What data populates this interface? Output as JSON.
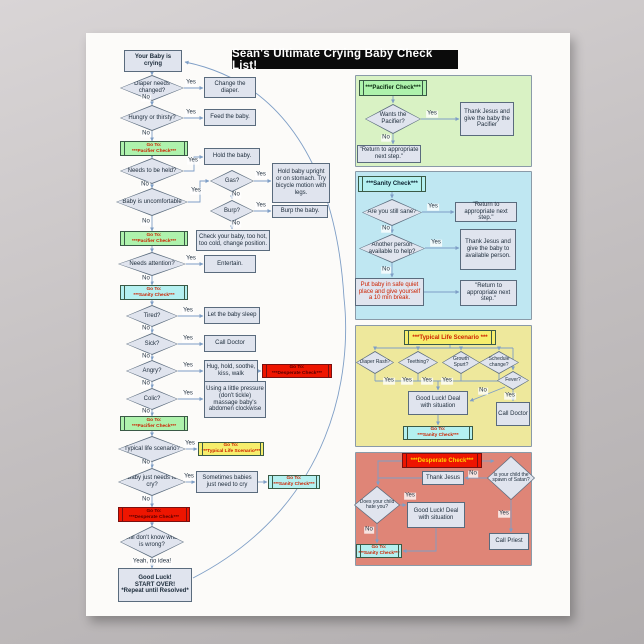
{
  "title": "Sean's Ultimate Crying Baby Check List!",
  "labels": {
    "yes": "Yes",
    "no": "No",
    "go_to": "Go To:",
    "no_idea": "Yeah, no idea!"
  },
  "goto": {
    "pacifier": "***Pacifier Check***",
    "sanity": "***Sanity Check***",
    "typical": "***Typical Life Scenario***",
    "desperate": "***Desperate Check***"
  },
  "main_flow": {
    "start": "Your Baby is crying",
    "diaper_q": "Diaper needs changed?",
    "diaper_a": "Change the diaper.",
    "hungry_q": "Hungry or thirsty?",
    "hungry_a": "Feed the baby.",
    "held_q": "Needs to be held?",
    "held_a": "Hold the baby.",
    "uncomfortable_q": "Baby is uncomfortable",
    "gas_q": "Gas?",
    "gas_a": "Hold baby upright or on stomach. Try bicycle motion with legs.",
    "burp_q": "Burp?",
    "burp_a": "Burp the baby.",
    "check_a": "Check your baby, too hot, too cold, change position.",
    "attention_q": "Needs attention?",
    "attention_a": "Entertain.",
    "tired_q": "Tired?",
    "tired_a": "Let the baby sleep",
    "sick_q": "Sick?",
    "sick_a": "Call Doctor",
    "angry_q": "Angry?",
    "angry_a": "Hug, hold, soothe, kiss, walk",
    "colic_q": "Colic?",
    "colic_a": "Using a little pressure (don't tickle) massage baby's abdomen clockwise",
    "typical_q": "Typical life scenario?",
    "cry_q": "Baby just needs to cry?",
    "cry_a": "Sometimes babies just need to cry",
    "still_q": "Still don't know what is wrong?",
    "end": {
      "line1": "Good Luck!",
      "line2": "START OVER!",
      "line3": "*Repeat until Resolved*"
    }
  },
  "pacifier_check": {
    "title": "***Pacifier Check***",
    "wants_q": "Wants the Pacifier?",
    "yes_a": "Thank Jesus and give the baby the Pacifier",
    "no_a": "\"Return to appropriate next step.\""
  },
  "sanity_check": {
    "title": "***Sanity Check***",
    "sane_q": "Are you still sane?",
    "sane_yes": "\"Return to appropriate next step.\"",
    "help_q": "Another person available to help?",
    "help_yes": "Thank Jesus and give the baby to available person.",
    "help_no": "Put baby in safe quiet place and give yourself a 10 min break.",
    "after_break": "\"Return to appropriate next step.\""
  },
  "typical_life": {
    "title": "***Typical Life Scenario ***",
    "rash_q": "Diaper Rash?",
    "teething_q": "Teething?",
    "growth_q": "Growth Spurt?",
    "schedule_q": "Schedule change?",
    "fever_q": "Fever?",
    "deal": "Good Luck! Deal with situation",
    "call_doctor": "Call Doctor"
  },
  "desperate_check": {
    "title": "***Desperate Check***",
    "satan_q": "Is your child the spawn of Satan?",
    "thank": "Thank Jesus",
    "hate_q": "Does your child hate you?",
    "deal": "Good Luck! Deal with situation",
    "call_priest": "Call Priest"
  },
  "colors": {
    "panel_pacifier": "#d9f2c4",
    "panel_sanity": "#bfe7f2",
    "panel_typical": "#eee89c",
    "panel_desperate": "#df8577",
    "goto_green": "#aef2ac",
    "goto_cyan": "#b4f0f0",
    "goto_yellow": "#f6ee6c",
    "goto_red": "#ee1500",
    "goto_text": "#cc2200",
    "node_fill": "#e0e4ee",
    "node_border": "#5a6b7d",
    "arrow": "#7e9ec6",
    "title_bg": "#0b0b0b"
  }
}
